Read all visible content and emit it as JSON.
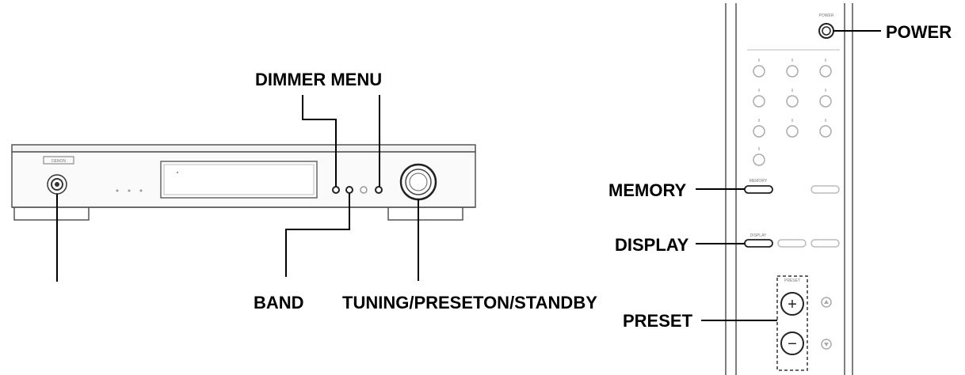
{
  "labels": {
    "dimmer_menu": "DIMMER MENU",
    "band": "BAND",
    "tuning": "TUNING/PRESETON/STANDBY",
    "power": "POWER",
    "memory": "MEMORY",
    "display": "DISPLAY",
    "preset": "PRESET"
  },
  "unit": {
    "brand": "DENON"
  },
  "remote": {
    "power_key": "POWER",
    "memory_key": "MEMORY",
    "display_key": "DISPLAY",
    "preset_key": "PRESET",
    "plus": "+",
    "minus": "−"
  },
  "colors": {
    "ink": "#000000",
    "outline": "#555555",
    "light": "#bbbbbb"
  }
}
